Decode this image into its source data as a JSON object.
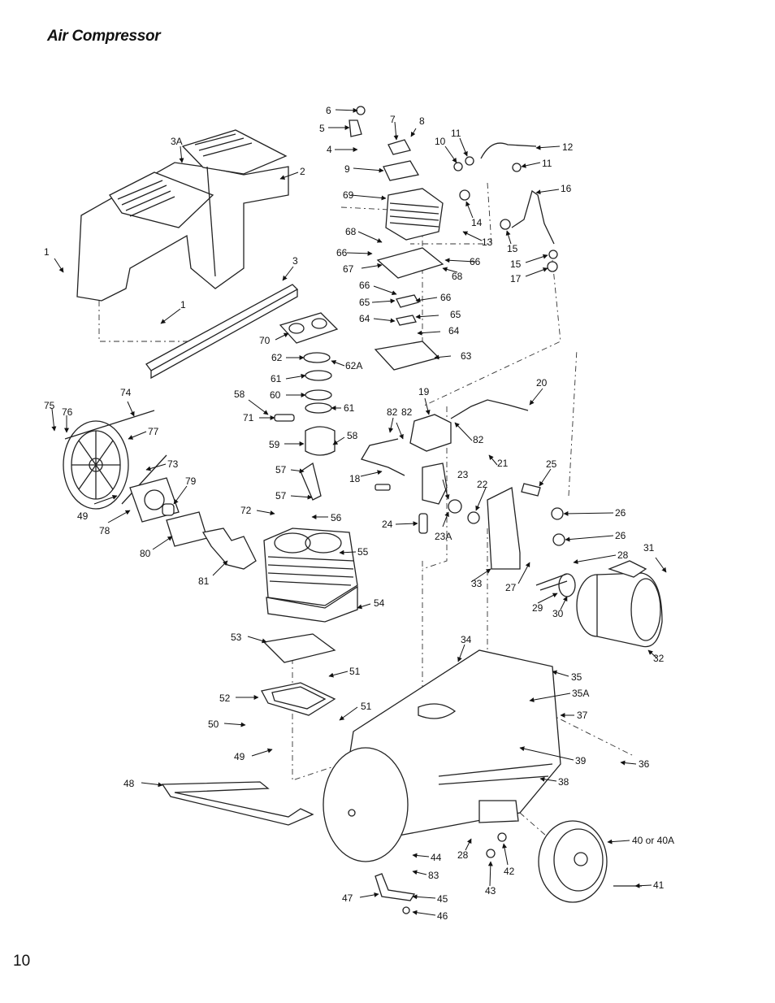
{
  "title": "Air Compressor",
  "page_number": "10",
  "callouts": [
    {
      "id": "c1a",
      "text": "1"
    },
    {
      "id": "c1b",
      "text": "1"
    },
    {
      "id": "c2",
      "text": "2"
    },
    {
      "id": "c3",
      "text": "3"
    },
    {
      "id": "c3a",
      "text": "3A"
    },
    {
      "id": "c4",
      "text": "4"
    },
    {
      "id": "c5",
      "text": "5"
    },
    {
      "id": "c6",
      "text": "6"
    },
    {
      "id": "c7",
      "text": "7"
    },
    {
      "id": "c8",
      "text": "8"
    },
    {
      "id": "c9",
      "text": "9"
    },
    {
      "id": "c10",
      "text": "10"
    },
    {
      "id": "c11a",
      "text": "11"
    },
    {
      "id": "c11b",
      "text": "11"
    },
    {
      "id": "c12",
      "text": "12"
    },
    {
      "id": "c13",
      "text": "13"
    },
    {
      "id": "c14",
      "text": "14"
    },
    {
      "id": "c15a",
      "text": "15"
    },
    {
      "id": "c15b",
      "text": "15"
    },
    {
      "id": "c16",
      "text": "16"
    },
    {
      "id": "c17",
      "text": "17"
    },
    {
      "id": "c18",
      "text": "18"
    },
    {
      "id": "c19",
      "text": "19"
    },
    {
      "id": "c20",
      "text": "20"
    },
    {
      "id": "c21",
      "text": "21"
    },
    {
      "id": "c22",
      "text": "22"
    },
    {
      "id": "c23",
      "text": "23"
    },
    {
      "id": "c23a",
      "text": "23A"
    },
    {
      "id": "c24",
      "text": "24"
    },
    {
      "id": "c25",
      "text": "25"
    },
    {
      "id": "c26a",
      "text": "26"
    },
    {
      "id": "c26b",
      "text": "26"
    },
    {
      "id": "c27",
      "text": "27"
    },
    {
      "id": "c28a",
      "text": "28"
    },
    {
      "id": "c28b",
      "text": "28"
    },
    {
      "id": "c29",
      "text": "29"
    },
    {
      "id": "c30",
      "text": "30"
    },
    {
      "id": "c31",
      "text": "31"
    },
    {
      "id": "c32",
      "text": "32"
    },
    {
      "id": "c33",
      "text": "33"
    },
    {
      "id": "c34",
      "text": "34"
    },
    {
      "id": "c35",
      "text": "35"
    },
    {
      "id": "c35a",
      "text": "35A"
    },
    {
      "id": "c36",
      "text": "36"
    },
    {
      "id": "c37",
      "text": "37"
    },
    {
      "id": "c38",
      "text": "38"
    },
    {
      "id": "c39",
      "text": "39"
    },
    {
      "id": "c40",
      "text": "40 or 40A"
    },
    {
      "id": "c41",
      "text": "41"
    },
    {
      "id": "c42",
      "text": "42"
    },
    {
      "id": "c43",
      "text": "43"
    },
    {
      "id": "c44",
      "text": "44"
    },
    {
      "id": "c45",
      "text": "45"
    },
    {
      "id": "c46",
      "text": "46"
    },
    {
      "id": "c47",
      "text": "47"
    },
    {
      "id": "c48",
      "text": "48"
    },
    {
      "id": "c49a",
      "text": "49"
    },
    {
      "id": "c49b",
      "text": "49"
    },
    {
      "id": "c50",
      "text": "50"
    },
    {
      "id": "c51a",
      "text": "51"
    },
    {
      "id": "c51b",
      "text": "51"
    },
    {
      "id": "c52",
      "text": "52"
    },
    {
      "id": "c53",
      "text": "53"
    },
    {
      "id": "c54",
      "text": "54"
    },
    {
      "id": "c55",
      "text": "55"
    },
    {
      "id": "c56",
      "text": "56"
    },
    {
      "id": "c57a",
      "text": "57"
    },
    {
      "id": "c57b",
      "text": "57"
    },
    {
      "id": "c58a",
      "text": "58"
    },
    {
      "id": "c58b",
      "text": "58"
    },
    {
      "id": "c59",
      "text": "59"
    },
    {
      "id": "c60",
      "text": "60"
    },
    {
      "id": "c61a",
      "text": "61"
    },
    {
      "id": "c61b",
      "text": "61"
    },
    {
      "id": "c62",
      "text": "62"
    },
    {
      "id": "c62a",
      "text": "62A"
    },
    {
      "id": "c63",
      "text": "63"
    },
    {
      "id": "c64a",
      "text": "64"
    },
    {
      "id": "c64b",
      "text": "64"
    },
    {
      "id": "c65a",
      "text": "65"
    },
    {
      "id": "c65b",
      "text": "65"
    },
    {
      "id": "c66a",
      "text": "66"
    },
    {
      "id": "c66b",
      "text": "66"
    },
    {
      "id": "c66c",
      "text": "66"
    },
    {
      "id": "c66d",
      "text": "66"
    },
    {
      "id": "c67",
      "text": "67"
    },
    {
      "id": "c68a",
      "text": "68"
    },
    {
      "id": "c68b",
      "text": "68"
    },
    {
      "id": "c69",
      "text": "69"
    },
    {
      "id": "c70",
      "text": "70"
    },
    {
      "id": "c71",
      "text": "71"
    },
    {
      "id": "c72",
      "text": "72"
    },
    {
      "id": "c73",
      "text": "73"
    },
    {
      "id": "c74",
      "text": "74"
    },
    {
      "id": "c75",
      "text": "75"
    },
    {
      "id": "c76",
      "text": "76"
    },
    {
      "id": "c77",
      "text": "77"
    },
    {
      "id": "c78",
      "text": "78"
    },
    {
      "id": "c79",
      "text": "79"
    },
    {
      "id": "c80",
      "text": "80"
    },
    {
      "id": "c81",
      "text": "81"
    },
    {
      "id": "c82a",
      "text": "82"
    },
    {
      "id": "c82b",
      "text": "82"
    },
    {
      "id": "c82c",
      "text": "82"
    },
    {
      "id": "c83",
      "text": "83"
    }
  ]
}
